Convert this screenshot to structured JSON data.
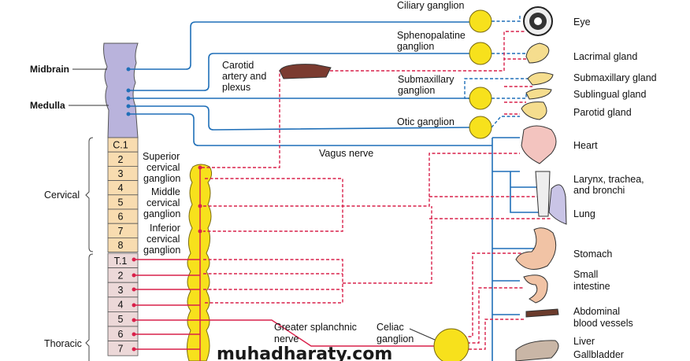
{
  "brain": {
    "midbrain": "Midbrain",
    "medulla": "Medulla"
  },
  "regions": {
    "cervical": "Cervical",
    "thoracic": "Thoracic"
  },
  "cervical_segments": [
    "C.1",
    "2",
    "3",
    "4",
    "5",
    "6",
    "7",
    "8"
  ],
  "thoracic_segments": [
    "T.1",
    "2",
    "3",
    "4",
    "5",
    "6",
    "7"
  ],
  "ganglia": {
    "ciliary": "Ciliary ganglion",
    "sphenopalatine": [
      "Sphenopalatine",
      "ganglion"
    ],
    "submaxillary": [
      "Submaxillary",
      "ganglion"
    ],
    "otic": "Otic ganglion",
    "superior_cervical": [
      "Superior",
      "cervical",
      "ganglion"
    ],
    "middle_cervical": [
      "Middle",
      "cervical",
      "ganglion"
    ],
    "inferior_cervical": [
      "Inferior",
      "cervical",
      "ganglion"
    ],
    "celiac": [
      "Celiac",
      "ganglion"
    ]
  },
  "nerves": {
    "carotid": [
      "Carotid",
      "artery and",
      "plexus"
    ],
    "vagus": "Vagus nerve",
    "greater_splanchnic": [
      "Greater splanchnic",
      "nerve"
    ]
  },
  "organs": {
    "eye": "Eye",
    "lacrimal": "Lacrimal gland",
    "submaxillary": "Submaxillary gland",
    "sublingual": "Sublingual gland",
    "parotid": "Parotid gland",
    "heart": "Heart",
    "larynx": [
      "Larynx, trachea,",
      "and bronchi"
    ],
    "lung": "Lung",
    "stomach": "Stomach",
    "small_intestine": [
      "Small",
      "intestine"
    ],
    "abdominal_vessels": [
      "Abdominal",
      "blood vessels"
    ],
    "liver": "Liver",
    "gallbladder": "Gallbladder"
  },
  "watermark": "muhadharaty.com",
  "colors": {
    "parasympathetic": "#1f6fb8",
    "sympathetic": "#d9204a",
    "ganglion": "#f7e11c",
    "brainstem": "#b9b3dc",
    "cervical": "#f8dcb0",
    "thoracic": "#ecd8d8"
  }
}
